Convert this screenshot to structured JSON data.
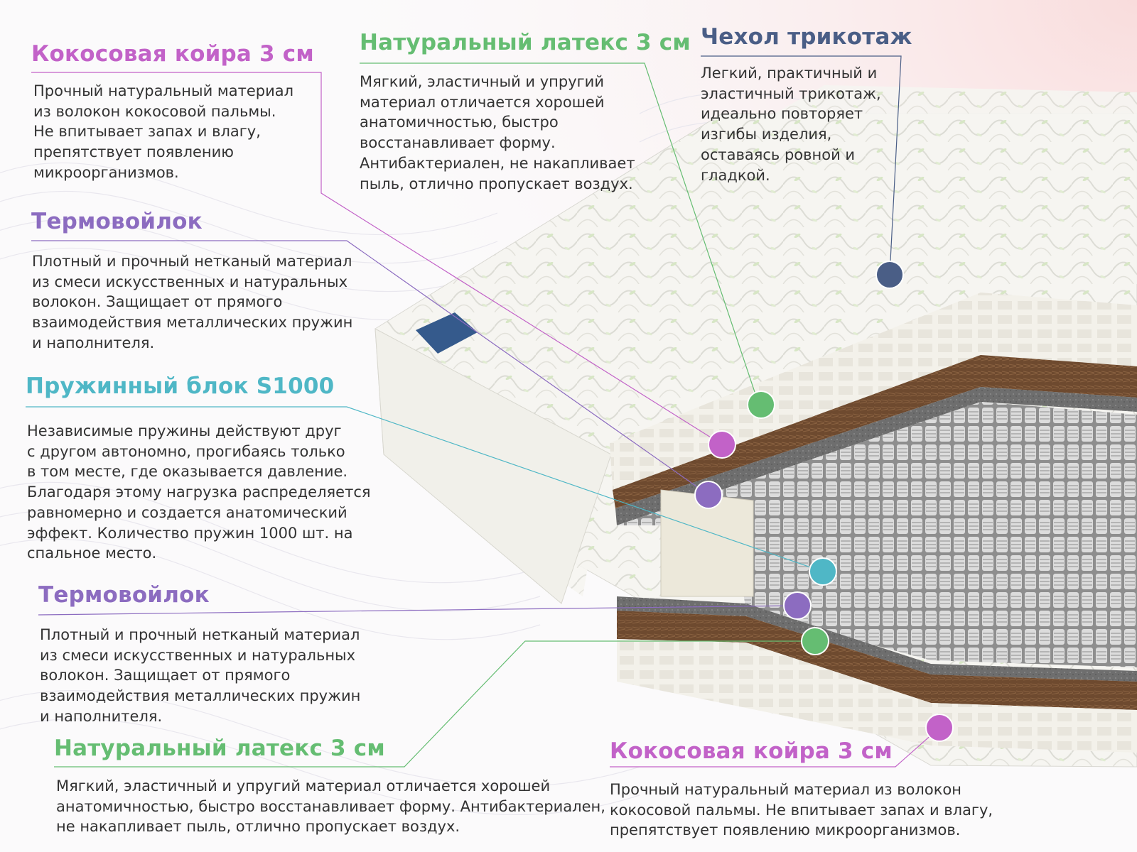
{
  "colors": {
    "coir": "#c262c8",
    "latex": "#65bd72",
    "felt": "#8c6cc0",
    "springs": "#4fb7c6",
    "cover": "#4a5e86",
    "text": "#333333"
  },
  "annotations": [
    {
      "id": "coir-top",
      "title": "Кокосовая койра 3 см",
      "color": "coir",
      "lines": [
        "Прочный натуральный материал",
        "из волокон кокосовой пальмы.",
        "Не впитывает запах и влагу,",
        "препятствует появлению",
        "микроорганизмов."
      ]
    },
    {
      "id": "latex-top",
      "title": "Натуральный латекс 3 см",
      "color": "latex",
      "lines": [
        "Мягкий, эластичный и упругий",
        "материал отличается хорошей",
        "анатомичностью, быстро",
        "восстанавливает форму.",
        "Антибактериален, не накапливает",
        "пыль, отлично пропускает воздух."
      ]
    },
    {
      "id": "cover",
      "title": "Чехол трикотаж",
      "color": "cover",
      "lines": [
        "Легкий, практичный и",
        "эластичный трикотаж,",
        "идеально повторяет",
        "изгибы изделия,",
        "оставаясь ровной и",
        "гладкой."
      ]
    },
    {
      "id": "felt-top",
      "title": "Термовойлок",
      "color": "felt",
      "lines": [
        "Плотный и прочный нетканый материал",
        "из смеси искусственных и натуральных",
        "волокон. Защищает от прямого",
        "взаимодействия металлических пружин",
        "и наполнителя."
      ]
    },
    {
      "id": "springs",
      "title": "Пружинный блок S1000",
      "color": "springs",
      "lines": [
        "Независимые пружины действуют друг",
        "с другом автономно, прогибаясь только",
        "в том месте, где оказывается давление.",
        "Благодаря этому нагрузка распределяется",
        "равномерно и создается анатомический",
        "эффект. Количество пружин 1000 шт. на",
        "спальное место."
      ]
    },
    {
      "id": "felt-bottom",
      "title": "Термовойлок",
      "color": "felt",
      "lines": [
        "Плотный и прочный нетканый материал",
        "из смеси искусственных и натуральных",
        "волокон. Защищает от прямого",
        "взаимодействия металлических пружин",
        "и наполнителя."
      ]
    },
    {
      "id": "latex-bottom",
      "title": "Натуральный латекс 3 см",
      "color": "latex",
      "lines": [
        "Мягкий, эластичный и упругий материал отличается хорошей",
        "анатомичностью, быстро восстанавливает форму. Антибактериален,",
        "не накапливает пыль, отлично пропускает воздух."
      ]
    },
    {
      "id": "coir-bottom",
      "title": "Кокосовая койра 3 см",
      "color": "coir",
      "lines": [
        "Прочный натуральный материал из волокон",
        "кокосовой пальмы. Не впитывает запах и влагу,",
        "препятствует появлению микроорганизмов."
      ]
    }
  ]
}
